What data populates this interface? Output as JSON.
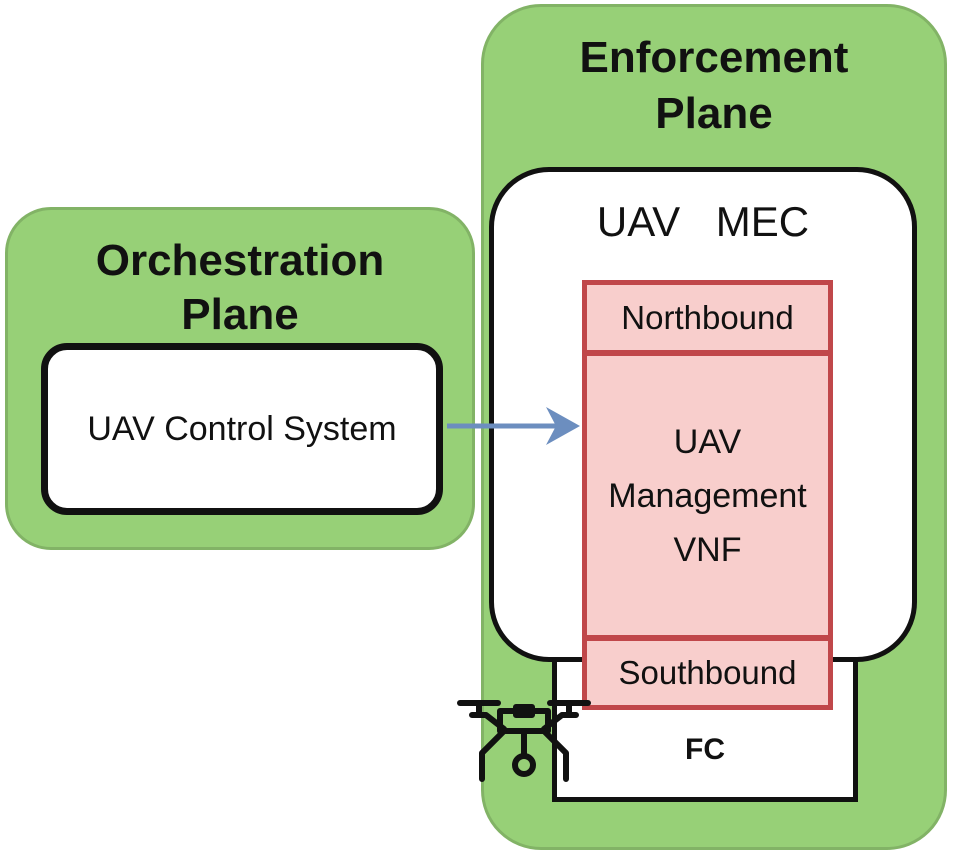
{
  "enforcement_plane": {
    "title_line1": "Enforcement",
    "title_line2": "Plane"
  },
  "orchestration_plane": {
    "title_line1": "Orchestration",
    "title_line2": "Plane"
  },
  "control_system": {
    "label": "UAV Control System"
  },
  "mec": {
    "label": "UAV MEC"
  },
  "vnf_stack": {
    "northbound": "Northbound",
    "vnf_line1": "UAV",
    "vnf_line2": "Management",
    "vnf_line3": "VNF",
    "southbound": "Southbound"
  },
  "fc": {
    "label": "FC"
  },
  "icons": {
    "drone": "drone-icon",
    "arrow": "arrow-right-icon"
  },
  "colors": {
    "plane_fill": "#97d077",
    "plane_border": "#82b366",
    "vnf_fill": "#f8cecc",
    "vnf_border": "#c0474a",
    "arrow": "#6c8ebf"
  }
}
